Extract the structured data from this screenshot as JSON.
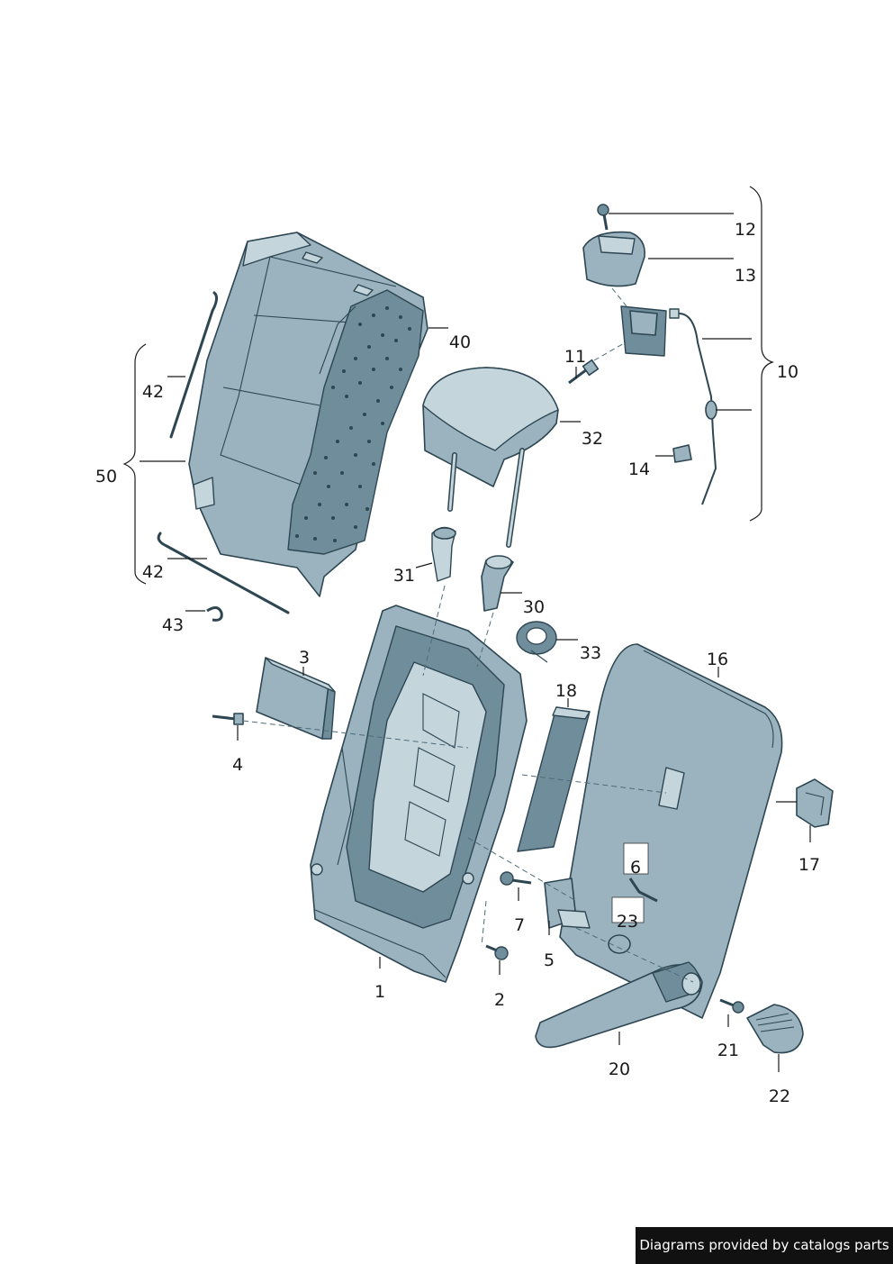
{
  "callouts": {
    "c1": "1",
    "c2": "2",
    "c3": "3",
    "c4": "4",
    "c5": "5",
    "c6": "6",
    "c7": "7",
    "c10": "10",
    "c11": "11",
    "c12": "12",
    "c13": "13",
    "c14": "14",
    "c16": "16",
    "c17": "17",
    "c18": "18",
    "c20": "20",
    "c21": "21",
    "c22": "22",
    "c23": "23",
    "c30": "30",
    "c31": "31",
    "c32": "32",
    "c33": "33",
    "c40": "40",
    "c42a": "42",
    "c42b": "42",
    "c43": "43",
    "c50": "50"
  },
  "footer": {
    "text": "Diagrams provided by catalogs parts"
  },
  "colors": {
    "part_fill": "#9ab3bf",
    "part_stroke": "#2d4652",
    "footer_bg": "#111111"
  }
}
